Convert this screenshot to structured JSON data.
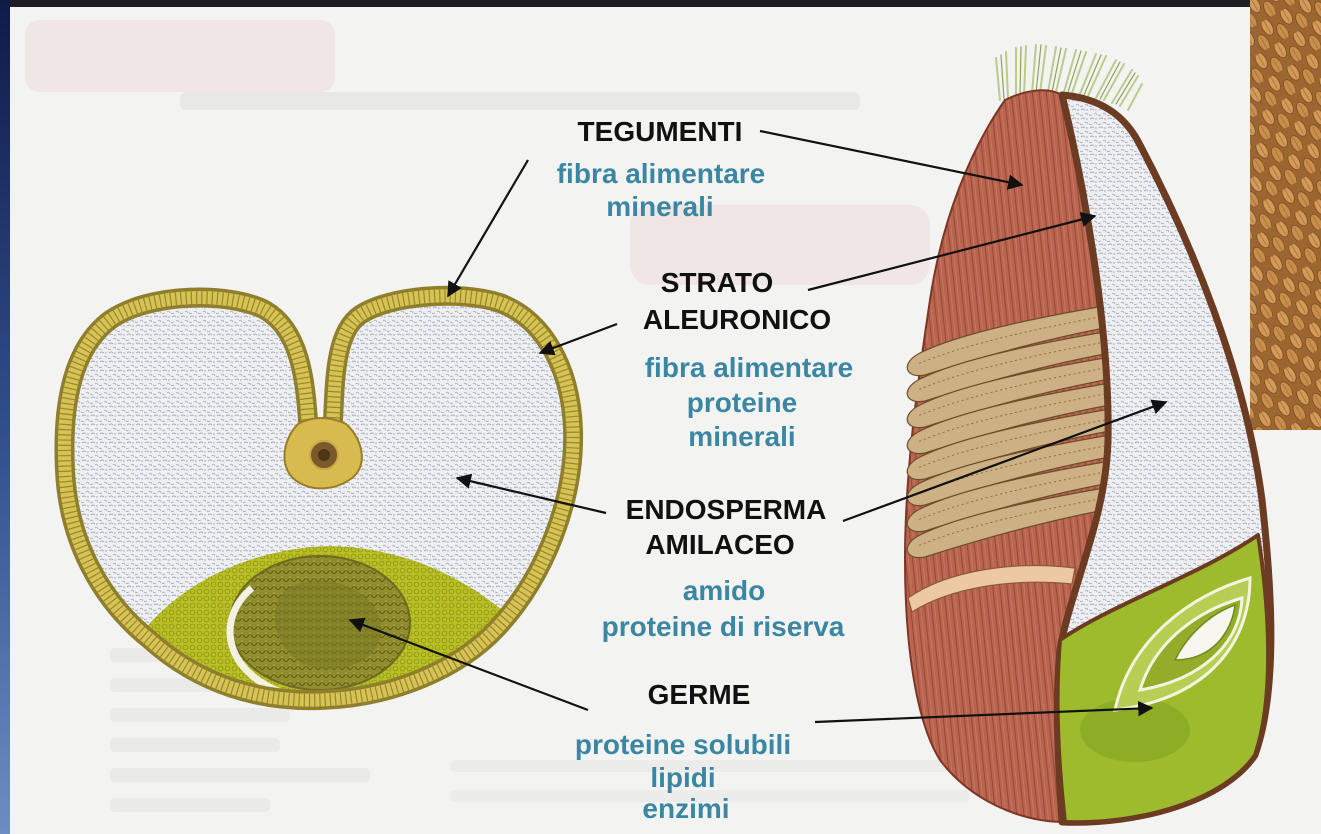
{
  "labels": {
    "tegumenti": {
      "title": "TEGUMENTI",
      "lines": [
        "fibra alimentare",
        "minerali"
      ]
    },
    "strato_aleuronico": {
      "title": [
        "STRATO",
        "ALEURONICO"
      ],
      "lines": [
        "fibra alimentare",
        "proteine",
        "minerali"
      ]
    },
    "endosperma_amilaceo": {
      "title": [
        "ENDOSPERMA",
        "AMILACEO"
      ],
      "lines": [
        "amido",
        "proteine di riserva"
      ]
    },
    "germe": {
      "title": "GERME",
      "lines": [
        "proteine solubili",
        "lipidi",
        "enzimi"
      ]
    }
  },
  "colors": {
    "label_title": "#111111",
    "label_detail": "#3b87a3",
    "pericarp": "#b9644f",
    "aleurone": "#d5c354",
    "germ": "#9dbb2c",
    "endosperm": "#eeeff3"
  }
}
